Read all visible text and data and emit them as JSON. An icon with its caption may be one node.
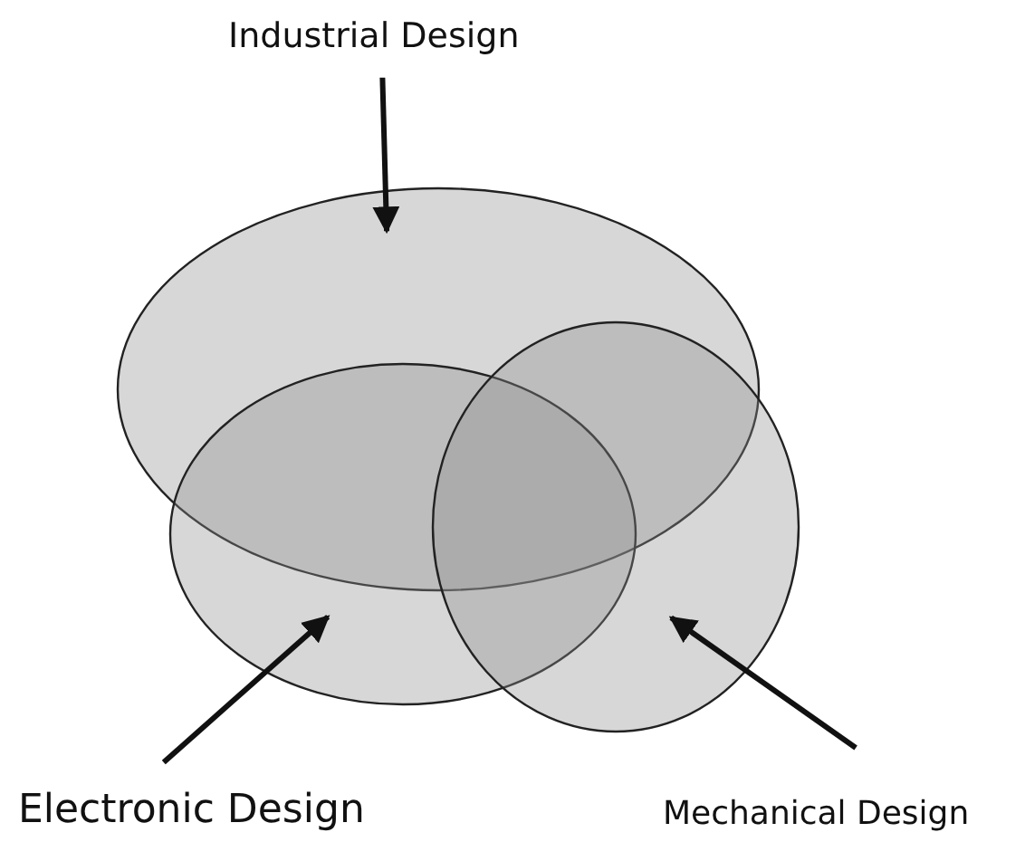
{
  "diagram": {
    "nodes": [
      {
        "text": [
          "Industrial Design"
        ]
      },
      {
        "text": [],
        "shape": "ellipse"
      },
      {
        "text": [],
        "shape": "ellipse"
      },
      {
        "text": [],
        "shape": "ellipse"
      },
      {
        "text": [
          "Electronic Design"
        ]
      },
      {
        "text": [
          "Mechanical Design"
        ]
      }
    ],
    "edges": [
      {
        "from": 0,
        "to": 1,
        "arrow": "to"
      },
      {
        "from": 4,
        "to": 2,
        "arrow": "to"
      },
      {
        "from": 5,
        "to": 3,
        "arrow": "to"
      }
    ]
  }
}
